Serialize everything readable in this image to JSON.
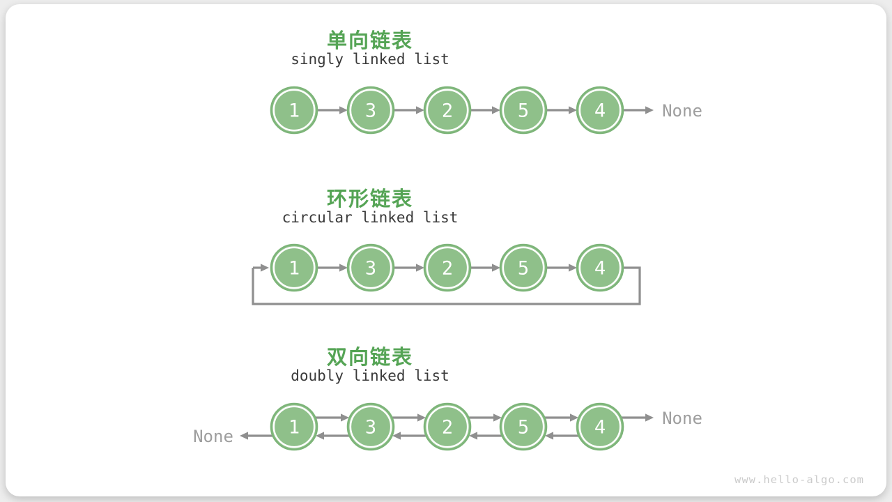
{
  "watermark": "www.hello-algo.com",
  "colors": {
    "page_bg": "#ededed",
    "card_bg": "#ffffff",
    "title_green": "#55a455",
    "subtitle": "#3a3a3a",
    "node_fill": "#8fc08a",
    "node_stroke": "#7db579",
    "node_ring": "#ffffff",
    "node_text": "#ffffff",
    "arrow": "#8f8f8f",
    "none_text": "#9e9e9e",
    "watermark_text": "#cbcbcb"
  },
  "sections": [
    {
      "title_zh": "单向链表",
      "title_en": "singly linked list",
      "type": "singly",
      "nodes": [
        "1",
        "3",
        "2",
        "5",
        "4"
      ],
      "tail_label": "None"
    },
    {
      "title_zh": "环形链表",
      "title_en": "circular linked list",
      "type": "circular",
      "nodes": [
        "1",
        "3",
        "2",
        "5",
        "4"
      ]
    },
    {
      "title_zh": "双向链表",
      "title_en": "doubly linked list",
      "type": "doubly",
      "nodes": [
        "1",
        "3",
        "2",
        "5",
        "4"
      ],
      "head_label": "None",
      "tail_label": "None"
    }
  ]
}
